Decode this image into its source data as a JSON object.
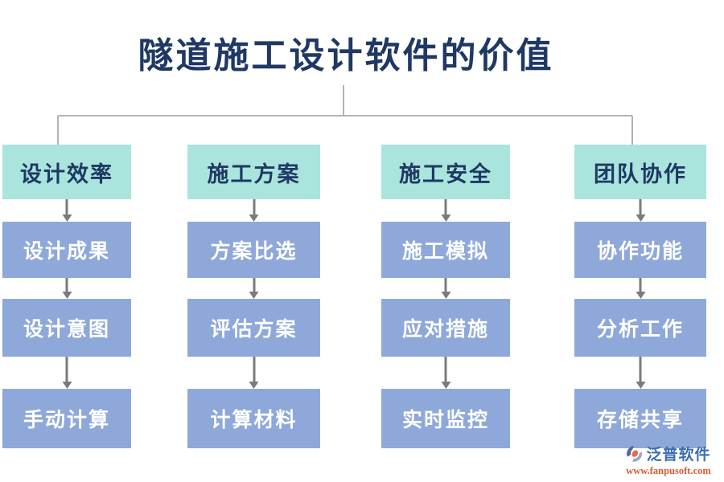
{
  "title": "隧道施工设计软件的价值",
  "columns": [
    {
      "header": "设计效率",
      "items": [
        "设计成果",
        "设计意图",
        "手动计算"
      ]
    },
    {
      "header": "施工方案",
      "items": [
        "方案比选",
        "评估方案",
        "计算材料"
      ]
    },
    {
      "header": "施工安全",
      "items": [
        "施工模拟",
        "应对措施",
        "实时监控"
      ]
    },
    {
      "header": "团队协作",
      "items": [
        "协作功能",
        "分析工作",
        "存储共享"
      ]
    }
  ],
  "watermark": {
    "brand": "泛普软件",
    "url": "www.fanpusoft.com"
  },
  "colors": {
    "header_fill": "#a9e5dc",
    "item_fill": "#8fa8da",
    "title_text": "#1f3864",
    "header_text": "#1f3864",
    "item_text": "#ffffff",
    "arrow": "#7b7b7b",
    "connector": "#b3b3b3",
    "brand_text": "#3a6cb4",
    "url_text": "#e2572f"
  }
}
